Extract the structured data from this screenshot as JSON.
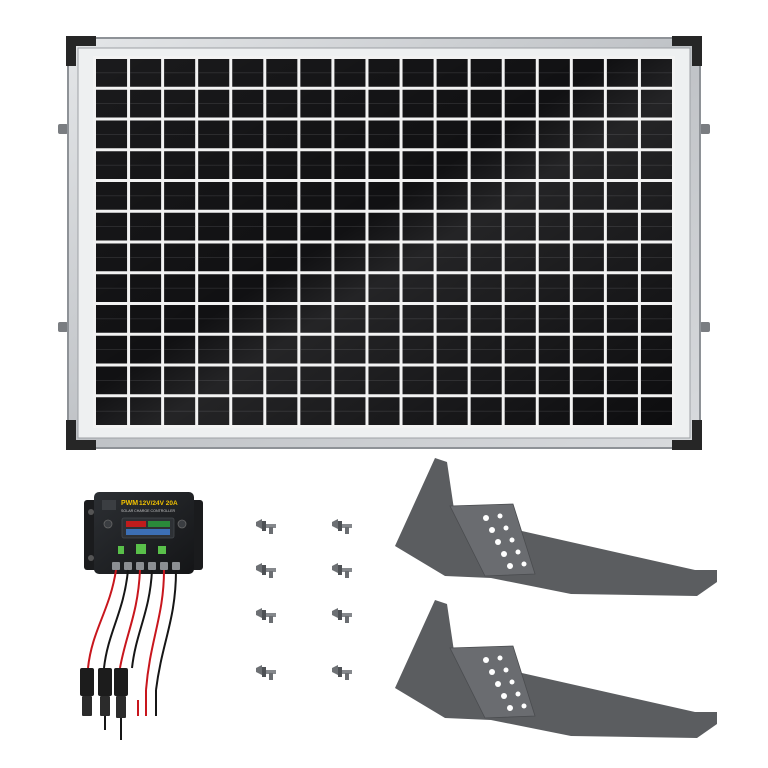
{
  "scene": {
    "subject": "solar panel kit",
    "colors": {
      "background": "#ffffff",
      "frame": "#c9ccd0",
      "frame_edge": "#8e9297",
      "corner": "#2a2a2a",
      "cell": "#0c0c0e",
      "cell_gap": "#f2f2f2",
      "controller": "#1d1f22",
      "bracket": "#5b5d60",
      "bolt": "#6d7074",
      "wire_red": "#c8161d",
      "wire_black": "#161616"
    }
  },
  "solar_panel": {
    "cell_columns": 17,
    "cell_rows": 12
  },
  "charge_controller": {
    "model_label": "PWM",
    "rating_label": "12V/24V 20A",
    "subtitle": "SOLAR CHARGE CONTROLLER"
  },
  "hardware": {
    "bolt_count": 8,
    "bracket_count": 2
  }
}
